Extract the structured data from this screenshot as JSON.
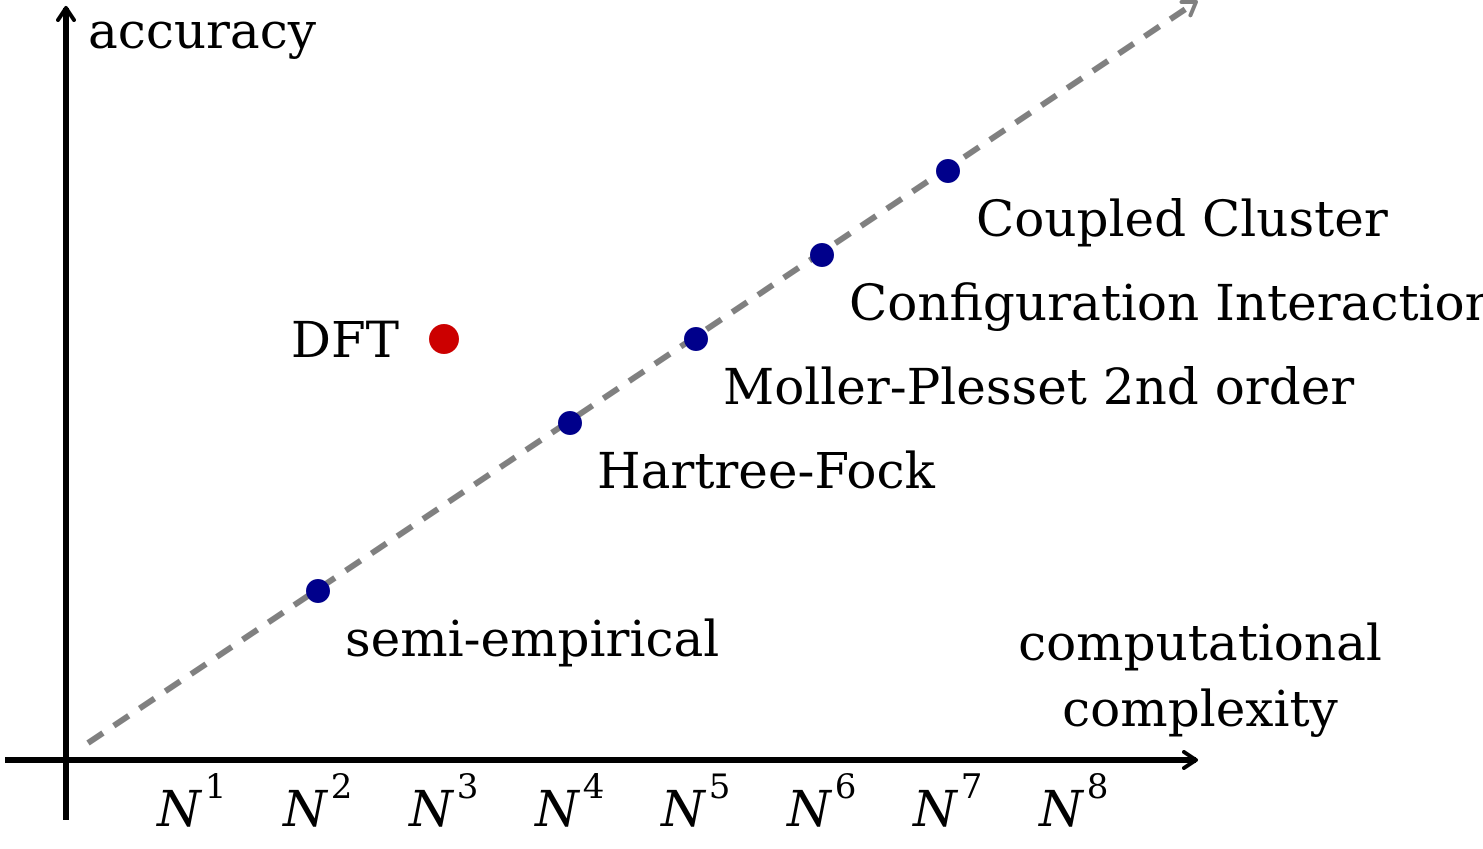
{
  "axes": {
    "y_label": "accuracy",
    "x_label_line1": "computational",
    "x_label_line2": "complexity"
  },
  "ticks": [
    {
      "base": "N",
      "exp": "1"
    },
    {
      "base": "N",
      "exp": "2"
    },
    {
      "base": "N",
      "exp": "3"
    },
    {
      "base": "N",
      "exp": "4"
    },
    {
      "base": "N",
      "exp": "5"
    },
    {
      "base": "N",
      "exp": "6"
    },
    {
      "base": "N",
      "exp": "7"
    },
    {
      "base": "N",
      "exp": "8"
    }
  ],
  "methods": [
    {
      "label": "semi-empirical",
      "complexity": 2,
      "accuracy": 1
    },
    {
      "label": "Hartree-Fock",
      "complexity": 4,
      "accuracy": 2
    },
    {
      "label": "Moller-Plesset 2nd order",
      "complexity": 5,
      "accuracy": 3
    },
    {
      "label": "Configuration Interaction",
      "complexity": 6,
      "accuracy": 4
    },
    {
      "label": "Coupled Cluster",
      "complexity": 7,
      "accuracy": 5
    }
  ],
  "dft": {
    "label": "DFT",
    "complexity": 3,
    "accuracy": 3
  },
  "colors": {
    "axis": "#000000",
    "trend": "#808080",
    "method_point": "#00008B",
    "dft_point": "#CC0000"
  }
}
